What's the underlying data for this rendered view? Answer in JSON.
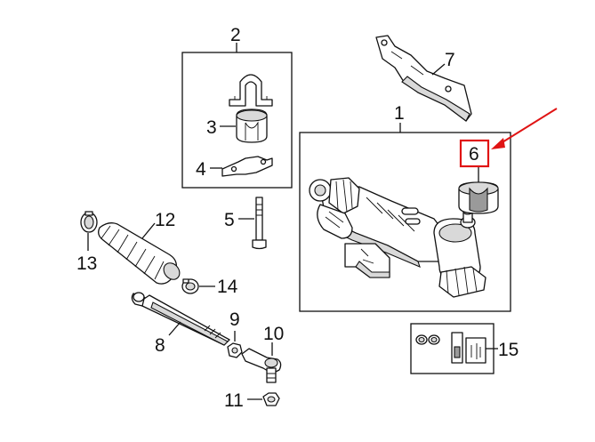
{
  "diagram": {
    "callouts": {
      "c1": "1",
      "c2": "2",
      "c3": "3",
      "c4": "4",
      "c5": "5",
      "c6": "6",
      "c7": "7",
      "c8": "8",
      "c9": "9",
      "c10": "10",
      "c11": "11",
      "c12": "12",
      "c13": "13",
      "c14": "14",
      "c15": "15"
    },
    "highlight_color": "#e01414"
  }
}
